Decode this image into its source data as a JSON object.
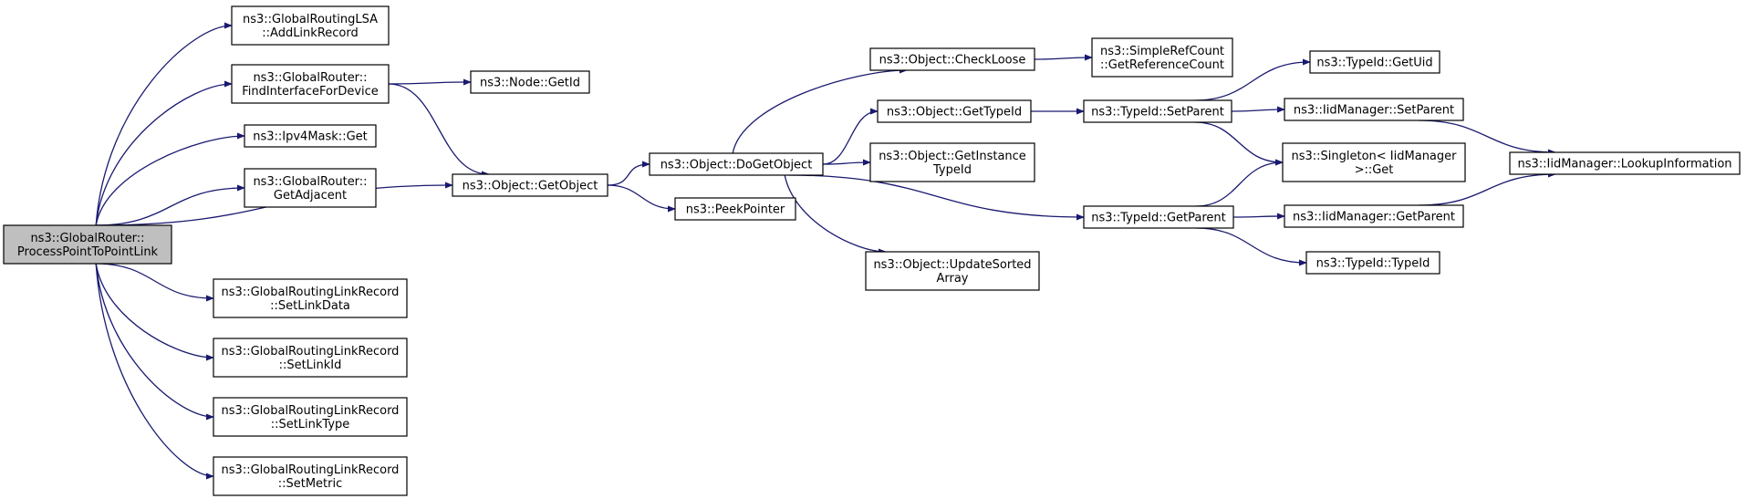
{
  "graph": {
    "edge_color": "#191970",
    "root_fill": "#bfbfbf",
    "nodes": [
      {
        "id": "root",
        "lines": [
          "ns3::GlobalRouter::",
          "ProcessPointToPointLink"
        ],
        "root": true
      },
      {
        "id": "addlink",
        "lines": [
          "ns3::GlobalRoutingLSA",
          "::AddLinkRecord"
        ]
      },
      {
        "id": "findif",
        "lines": [
          "ns3::GlobalRouter::",
          "FindInterfaceForDevice"
        ]
      },
      {
        "id": "maskget",
        "lines": [
          "ns3::Ipv4Mask::Get"
        ]
      },
      {
        "id": "getadj",
        "lines": [
          "ns3::GlobalRouter::",
          "GetAdjacent"
        ]
      },
      {
        "id": "setlinkdata",
        "lines": [
          "ns3::GlobalRoutingLinkRecord",
          "::SetLinkData"
        ]
      },
      {
        "id": "setlinkid",
        "lines": [
          "ns3::GlobalRoutingLinkRecord",
          "::SetLinkId"
        ]
      },
      {
        "id": "setlinktype",
        "lines": [
          "ns3::GlobalRoutingLinkRecord",
          "::SetLinkType"
        ]
      },
      {
        "id": "setmetric",
        "lines": [
          "ns3::GlobalRoutingLinkRecord",
          "::SetMetric"
        ]
      },
      {
        "id": "nodegetid",
        "lines": [
          "ns3::Node::GetId"
        ]
      },
      {
        "id": "getobject",
        "lines": [
          "ns3::Object::GetObject"
        ]
      },
      {
        "id": "dogetobject",
        "lines": [
          "ns3::Object::DoGetObject"
        ]
      },
      {
        "id": "peekpointer",
        "lines": [
          "ns3::PeekPointer"
        ]
      },
      {
        "id": "checkloose",
        "lines": [
          "ns3::Object::CheckLoose"
        ]
      },
      {
        "id": "gettypeid",
        "lines": [
          "ns3::Object::GetTypeId"
        ]
      },
      {
        "id": "getinstance",
        "lines": [
          "ns3::Object::GetInstance",
          "TypeId"
        ]
      },
      {
        "id": "updatesorted",
        "lines": [
          "ns3::Object::UpdateSorted",
          "Array"
        ]
      },
      {
        "id": "refcount",
        "lines": [
          "ns3::SimpleRefCount",
          "::GetReferenceCount"
        ]
      },
      {
        "id": "tsetparent",
        "lines": [
          "ns3::TypeId::SetParent"
        ]
      },
      {
        "id": "tgetparent",
        "lines": [
          "ns3::TypeId::GetParent"
        ]
      },
      {
        "id": "getuid",
        "lines": [
          "ns3::TypeId::GetUid"
        ]
      },
      {
        "id": "iidsetparent",
        "lines": [
          "ns3::IidManager::SetParent"
        ]
      },
      {
        "id": "singleton",
        "lines": [
          "ns3::Singleton< IidManager",
          ">::Get"
        ]
      },
      {
        "id": "iidgetparent",
        "lines": [
          "ns3::IidManager::GetParent"
        ]
      },
      {
        "id": "typeidctor",
        "lines": [
          "ns3::TypeId::TypeId"
        ]
      },
      {
        "id": "lookup",
        "lines": [
          "ns3::IidManager::LookupInformation"
        ]
      }
    ],
    "edges": [
      [
        "root",
        "addlink"
      ],
      [
        "root",
        "findif"
      ],
      [
        "root",
        "maskget"
      ],
      [
        "root",
        "getadj"
      ],
      [
        "root",
        "getobject"
      ],
      [
        "root",
        "setlinkdata"
      ],
      [
        "root",
        "setlinkid"
      ],
      [
        "root",
        "setlinktype"
      ],
      [
        "root",
        "setmetric"
      ],
      [
        "findif",
        "nodegetid"
      ],
      [
        "findif",
        "getobject"
      ],
      [
        "getobject",
        "dogetobject"
      ],
      [
        "getobject",
        "peekpointer"
      ],
      [
        "dogetobject",
        "checkloose"
      ],
      [
        "dogetobject",
        "gettypeid"
      ],
      [
        "dogetobject",
        "getinstance"
      ],
      [
        "dogetobject",
        "updatesorted"
      ],
      [
        "dogetobject",
        "tgetparent"
      ],
      [
        "checkloose",
        "refcount"
      ],
      [
        "gettypeid",
        "tsetparent"
      ],
      [
        "tsetparent",
        "getuid"
      ],
      [
        "tsetparent",
        "iidsetparent"
      ],
      [
        "tsetparent",
        "singleton"
      ],
      [
        "tgetparent",
        "singleton"
      ],
      [
        "tgetparent",
        "iidgetparent"
      ],
      [
        "tgetparent",
        "typeidctor"
      ],
      [
        "iidsetparent",
        "lookup"
      ],
      [
        "iidgetparent",
        "lookup"
      ]
    ]
  }
}
